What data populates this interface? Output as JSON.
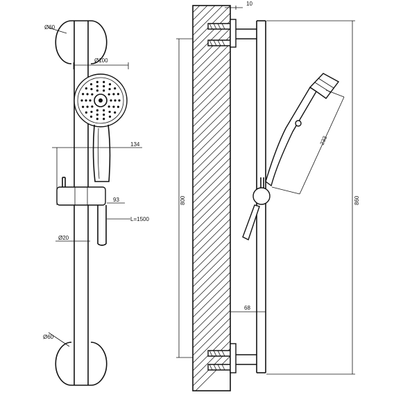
{
  "dimensions": {
    "left_view": {
      "bracket_top_diameter": "Ø60",
      "head_diameter": "Ø100",
      "head_length": "134",
      "holder_offset": "93",
      "hose_length": "L=1500",
      "bar_diameter": "Ø20",
      "bracket_bottom_diameter": "Ø60"
    },
    "right_view": {
      "top_offset": "10",
      "bar_length": "800",
      "handset_length": "233",
      "total_height": "860",
      "wall_offset": "68"
    }
  },
  "colors": {
    "line": "#111111",
    "background": "#ffffff"
  }
}
